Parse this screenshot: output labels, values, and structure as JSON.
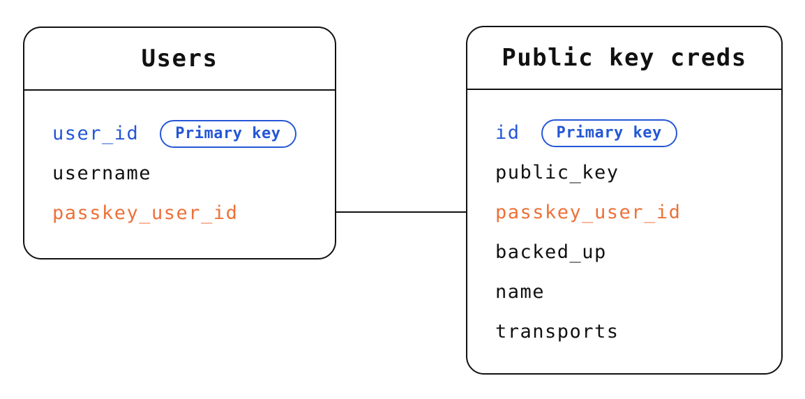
{
  "diagram": {
    "tables": [
      {
        "title": "Users",
        "fields": [
          {
            "name": "user_id",
            "role": "primary",
            "badge": "Primary key"
          },
          {
            "name": "username",
            "role": "default"
          },
          {
            "name": "passkey_user_id",
            "role": "reference"
          }
        ]
      },
      {
        "title": "Public key creds",
        "fields": [
          {
            "name": "id",
            "role": "primary",
            "badge": "Primary key"
          },
          {
            "name": "public_key",
            "role": "default"
          },
          {
            "name": "passkey_user_id",
            "role": "reference"
          },
          {
            "name": "backed_up",
            "role": "default"
          },
          {
            "name": "name",
            "role": "default"
          },
          {
            "name": "transports",
            "role": "default"
          }
        ]
      }
    ],
    "relationship": {
      "from": "Users.passkey_user_id",
      "to": "Public key creds.passkey_user_id"
    },
    "colors": {
      "primary_key_blue": "#2457d6",
      "reference_orange": "#ed7139",
      "text": "#111111",
      "border": "#111111",
      "background": "#ffffff"
    }
  }
}
